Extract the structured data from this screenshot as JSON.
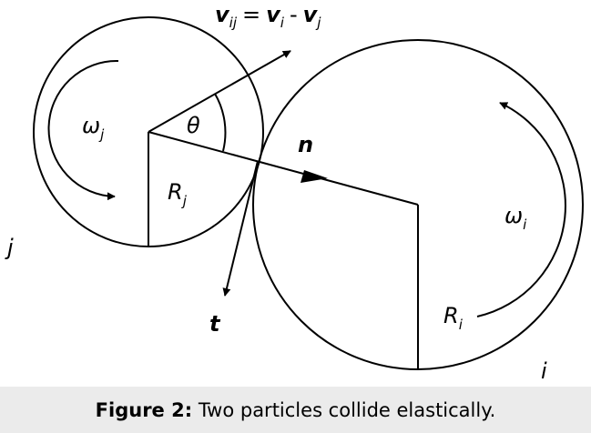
{
  "labels": {
    "velocity_v1": "v",
    "velocity_sub1": "ij",
    "velocity_eq": "=",
    "velocity_v2": "v",
    "velocity_sub2": "i",
    "velocity_minus": "-",
    "velocity_v3": "v",
    "velocity_sub3": "j",
    "omega_j": "ω",
    "omega_j_sub": "j",
    "theta": "θ",
    "normal": "n",
    "radius_j": "R",
    "radius_j_sub": "j",
    "particle_j": "j",
    "tangent": "t",
    "omega_i": "ω",
    "omega_i_sub": "i",
    "radius_i": "R",
    "radius_i_sub": "i",
    "particle_i": "i"
  },
  "caption": {
    "label": "Figure 2:",
    "text": "Two particles collide elastically."
  }
}
